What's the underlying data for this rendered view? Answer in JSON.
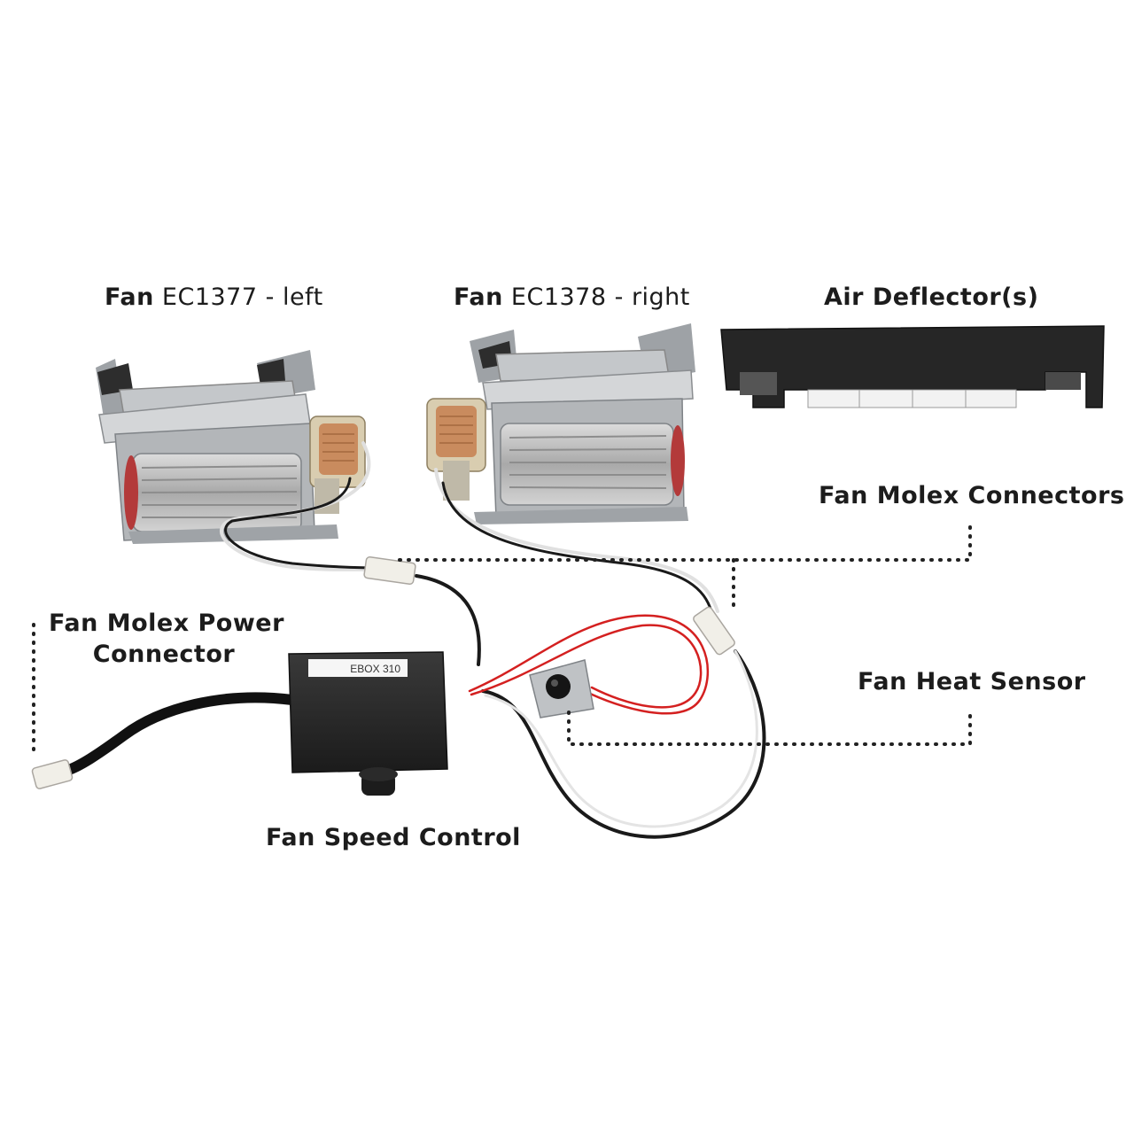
{
  "labels": {
    "fan_left": {
      "bold": "Fan",
      "rest": "EC1377 - left"
    },
    "fan_right": {
      "bold": "Fan",
      "rest": "EC1378 - right"
    },
    "air_deflector": "Air Deflector(s)",
    "molex_connectors": "Fan Molex Connectors",
    "molex_power_line1": "Fan Molex Power",
    "molex_power_line2": "Connector",
    "heat_sensor": "Fan Heat Sensor",
    "speed_control": "Fan Speed Control"
  },
  "ebox_label": "EBOX 310",
  "colors": {
    "metal": "#b9bcbf",
    "metal_dark": "#7f8387",
    "copper": "#c98b5e",
    "wire_black": "#1a1a1a",
    "wire_red": "#d42020",
    "wire_white": "#e9e9e9",
    "box": "#262626",
    "leader": "#222222"
  }
}
